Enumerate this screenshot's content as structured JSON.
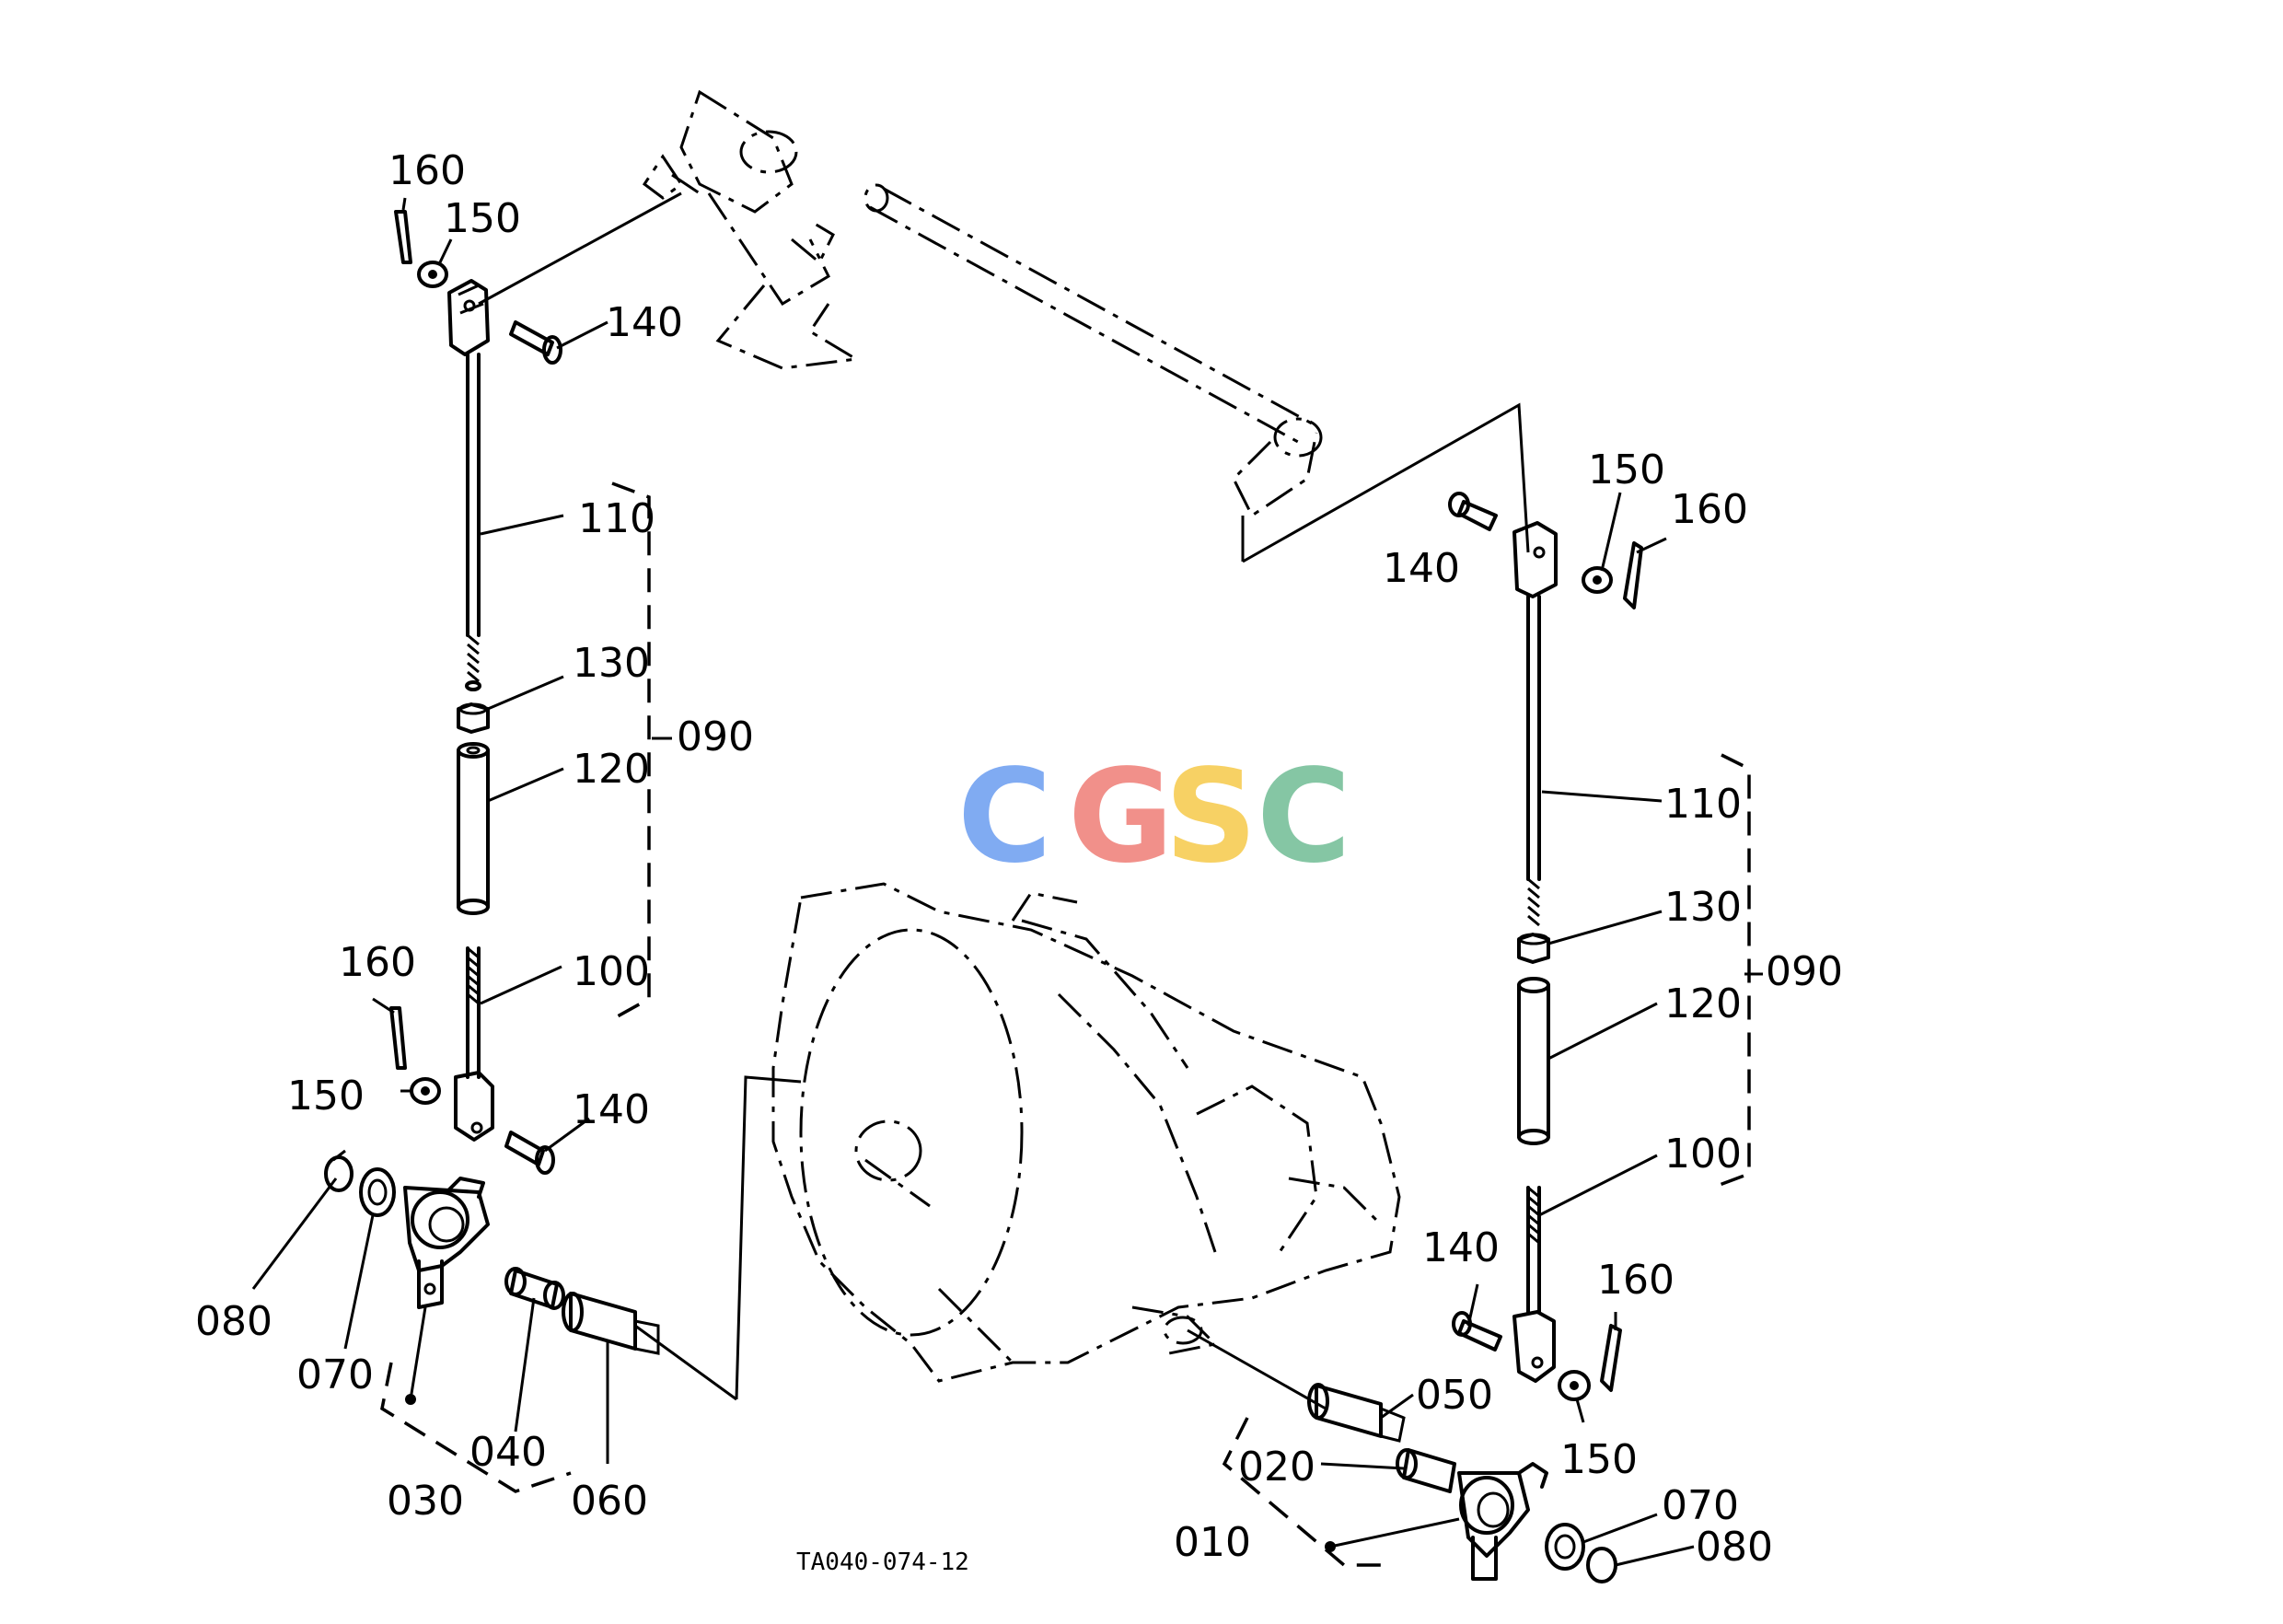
{
  "drawing_code": "TA040-074-12",
  "watermark": {
    "letters": [
      "C",
      "G",
      "S",
      "C"
    ],
    "colors": [
      "#7aa7f2",
      "#f18b84",
      "#f7cf5c",
      "#7fc3a0"
    ]
  },
  "labels": {
    "left_160_top": "160",
    "left_150_top": "150",
    "left_140_top": "140",
    "left_110": "110",
    "left_130": "130",
    "left_120": "120",
    "left_090": "090",
    "left_100": "100",
    "left_160_bottom": "160",
    "left_150_bottom": "150",
    "left_140_bottom": "140",
    "left_080": "080",
    "left_070": "070",
    "left_040": "040",
    "left_030": "030",
    "left_060": "060",
    "right_150_top": "150",
    "right_160_top": "160",
    "right_140_top": "140",
    "right_110": "110",
    "right_130": "130",
    "right_090": "090",
    "right_120": "120",
    "right_100": "100",
    "right_140_bottom": "140",
    "right_160_bottom": "160",
    "right_050": "050",
    "right_020": "020",
    "right_150_bottom": "150",
    "right_070": "070",
    "right_010": "010",
    "right_080": "080"
  }
}
